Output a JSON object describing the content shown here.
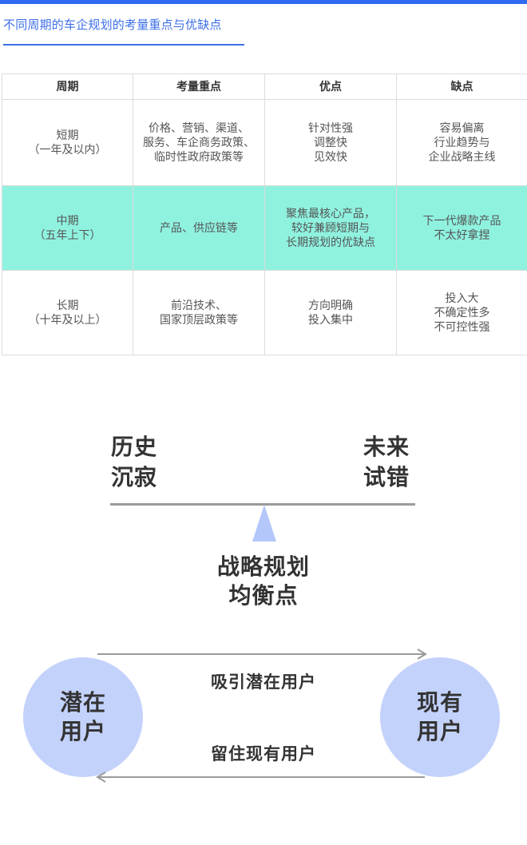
{
  "page": {
    "title": "不同周期的车企规划的考量重点与优缺点",
    "accent_color": "#2f6bf2",
    "highlight_row_color": "#8ff2df"
  },
  "table": {
    "headers": [
      "周期",
      "考量重点",
      "优点",
      "缺点"
    ],
    "rows": [
      [
        "短期\n（一年及以内）",
        "价格、营销、渠道、\n服务、车企商务政策、\n临时性政府政策等",
        "针对性强\n调整快\n见效快",
        "容易偏离\n行业趋势与\n企业战略主线"
      ],
      [
        "中期\n（五年上下）",
        "产品、供应链等",
        "聚焦最核心产品，\n较好兼顾短期与\n长期规划的优缺点",
        "下一代爆款产品\n不太好拿捏"
      ],
      [
        "长期\n（十年及以上）",
        "前沿技术、\n国家顶层政策等",
        "方向明确\n投入集中",
        "投入大\n不确定性多\n不可控性强"
      ]
    ]
  },
  "balance": {
    "left_line1": "历史",
    "left_line2": "沉寂",
    "right_line1": "未来",
    "right_line2": "试错",
    "center_line1": "战略规划",
    "center_line2": "均衡点",
    "fulcrum_color": "#b3c7fa"
  },
  "users": {
    "potential_line1": "潜在",
    "potential_line2": "用户",
    "existing_line1": "现有",
    "existing_line2": "用户",
    "attract_label": "吸引潜在用户",
    "retain_label": "留住现有用户",
    "circle_color": "#c3d2fb"
  }
}
